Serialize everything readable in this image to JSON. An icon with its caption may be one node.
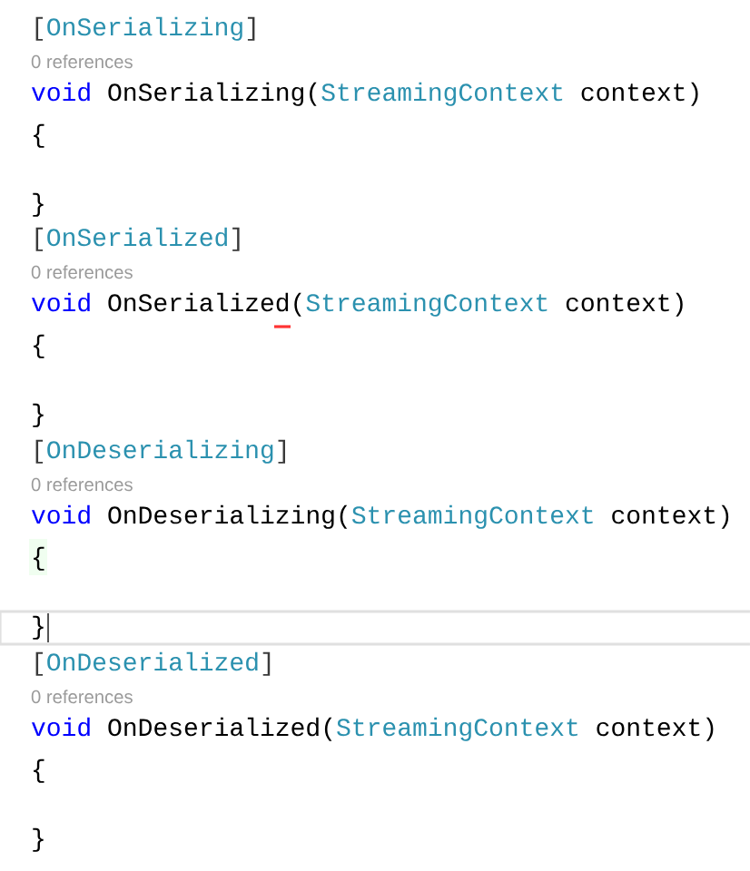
{
  "diagram": {
    "labels": [
      "[",
      "OnSerializing",
      "]",
      "0 references",
      "void",
      "OnSerializing(",
      "StreamingContext",
      "context)",
      "{",
      "}",
      "[",
      "OnSerialized",
      "]",
      "0 references",
      "void",
      "OnSerialized(",
      "StreamingContext",
      "context)",
      "{",
      "}",
      "[",
      "OnDeserializing",
      "]",
      "0 references",
      "void",
      "OnDeserializing(",
      "StreamingContext",
      "context)",
      "{",
      "}",
      "[",
      "OnDeserialized",
      "]",
      "0 references",
      "void",
      "OnDeserialized(",
      "StreamingContext",
      "context)",
      "{",
      "}"
    ]
  }
}
